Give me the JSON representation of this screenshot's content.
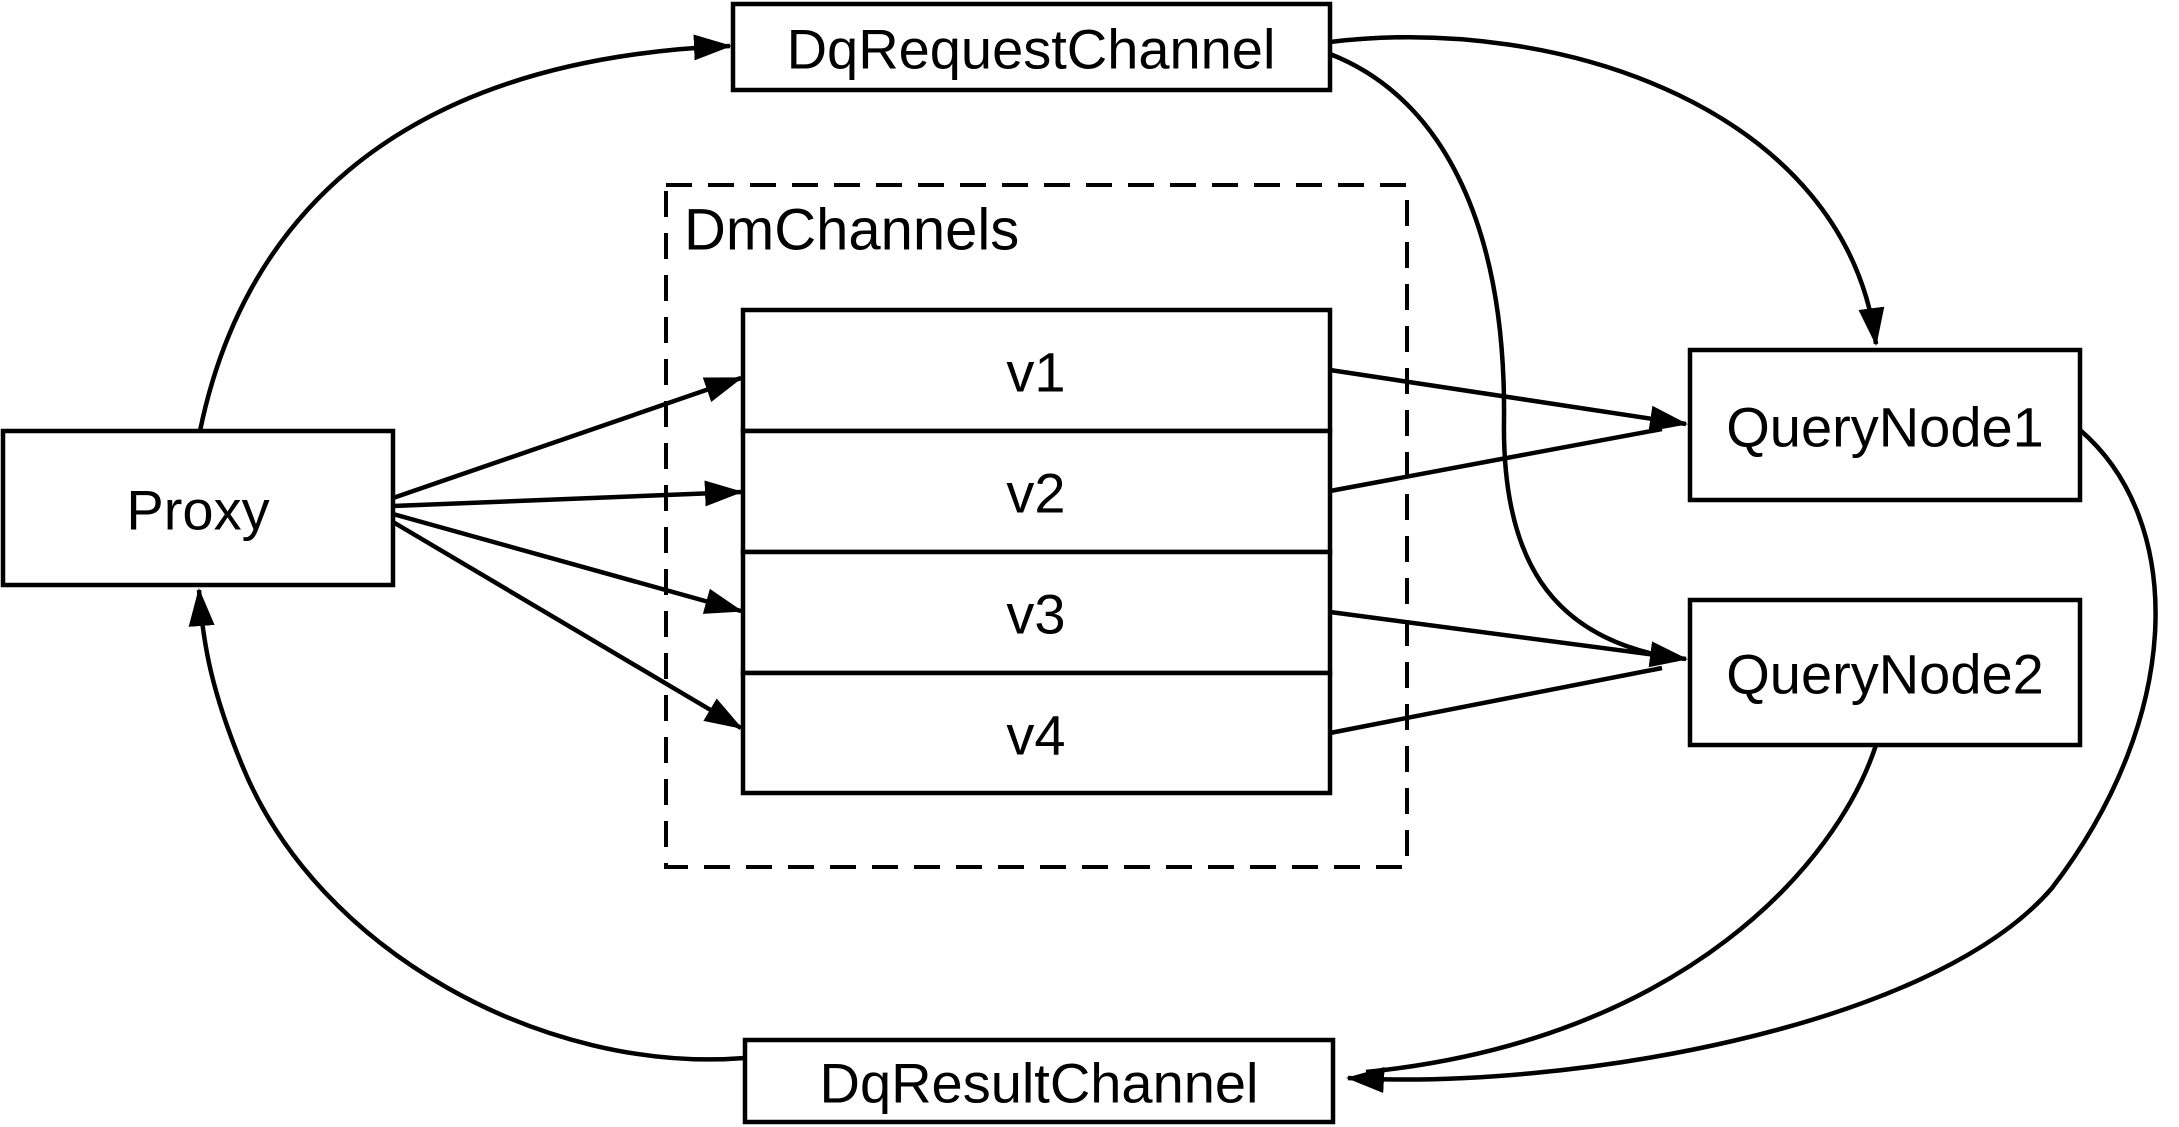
{
  "diagram": {
    "background_color": "#ffffff",
    "stroke_color": "#000000",
    "nodes": {
      "dq_request_channel": {
        "label": "DqRequestChannel"
      },
      "proxy": {
        "label": "Proxy"
      },
      "dm_channels_group": {
        "label": "DmChannels"
      },
      "channels": [
        {
          "label": "v1"
        },
        {
          "label": "v2"
        },
        {
          "label": "v3"
        },
        {
          "label": "v4"
        }
      ],
      "query_node_1": {
        "label": "QueryNode1"
      },
      "query_node_2": {
        "label": "QueryNode2"
      },
      "dq_result_channel": {
        "label": "DqResultChannel"
      }
    },
    "edges": [
      {
        "from": "Proxy",
        "to": "DqRequestChannel"
      },
      {
        "from": "DqRequestChannel",
        "to": "QueryNode1"
      },
      {
        "from": "DqRequestChannel",
        "to": "QueryNode2"
      },
      {
        "from": "Proxy",
        "to": "v1"
      },
      {
        "from": "Proxy",
        "to": "v2"
      },
      {
        "from": "Proxy",
        "to": "v3"
      },
      {
        "from": "Proxy",
        "to": "v4"
      },
      {
        "from": "v1",
        "to": "QueryNode1"
      },
      {
        "from": "v2",
        "to": "QueryNode1"
      },
      {
        "from": "v3",
        "to": "QueryNode2"
      },
      {
        "from": "v4",
        "to": "QueryNode2"
      },
      {
        "from": "QueryNode1",
        "to": "DqResultChannel"
      },
      {
        "from": "QueryNode2",
        "to": "DqResultChannel"
      },
      {
        "from": "DqResultChannel",
        "to": "Proxy"
      }
    ]
  }
}
